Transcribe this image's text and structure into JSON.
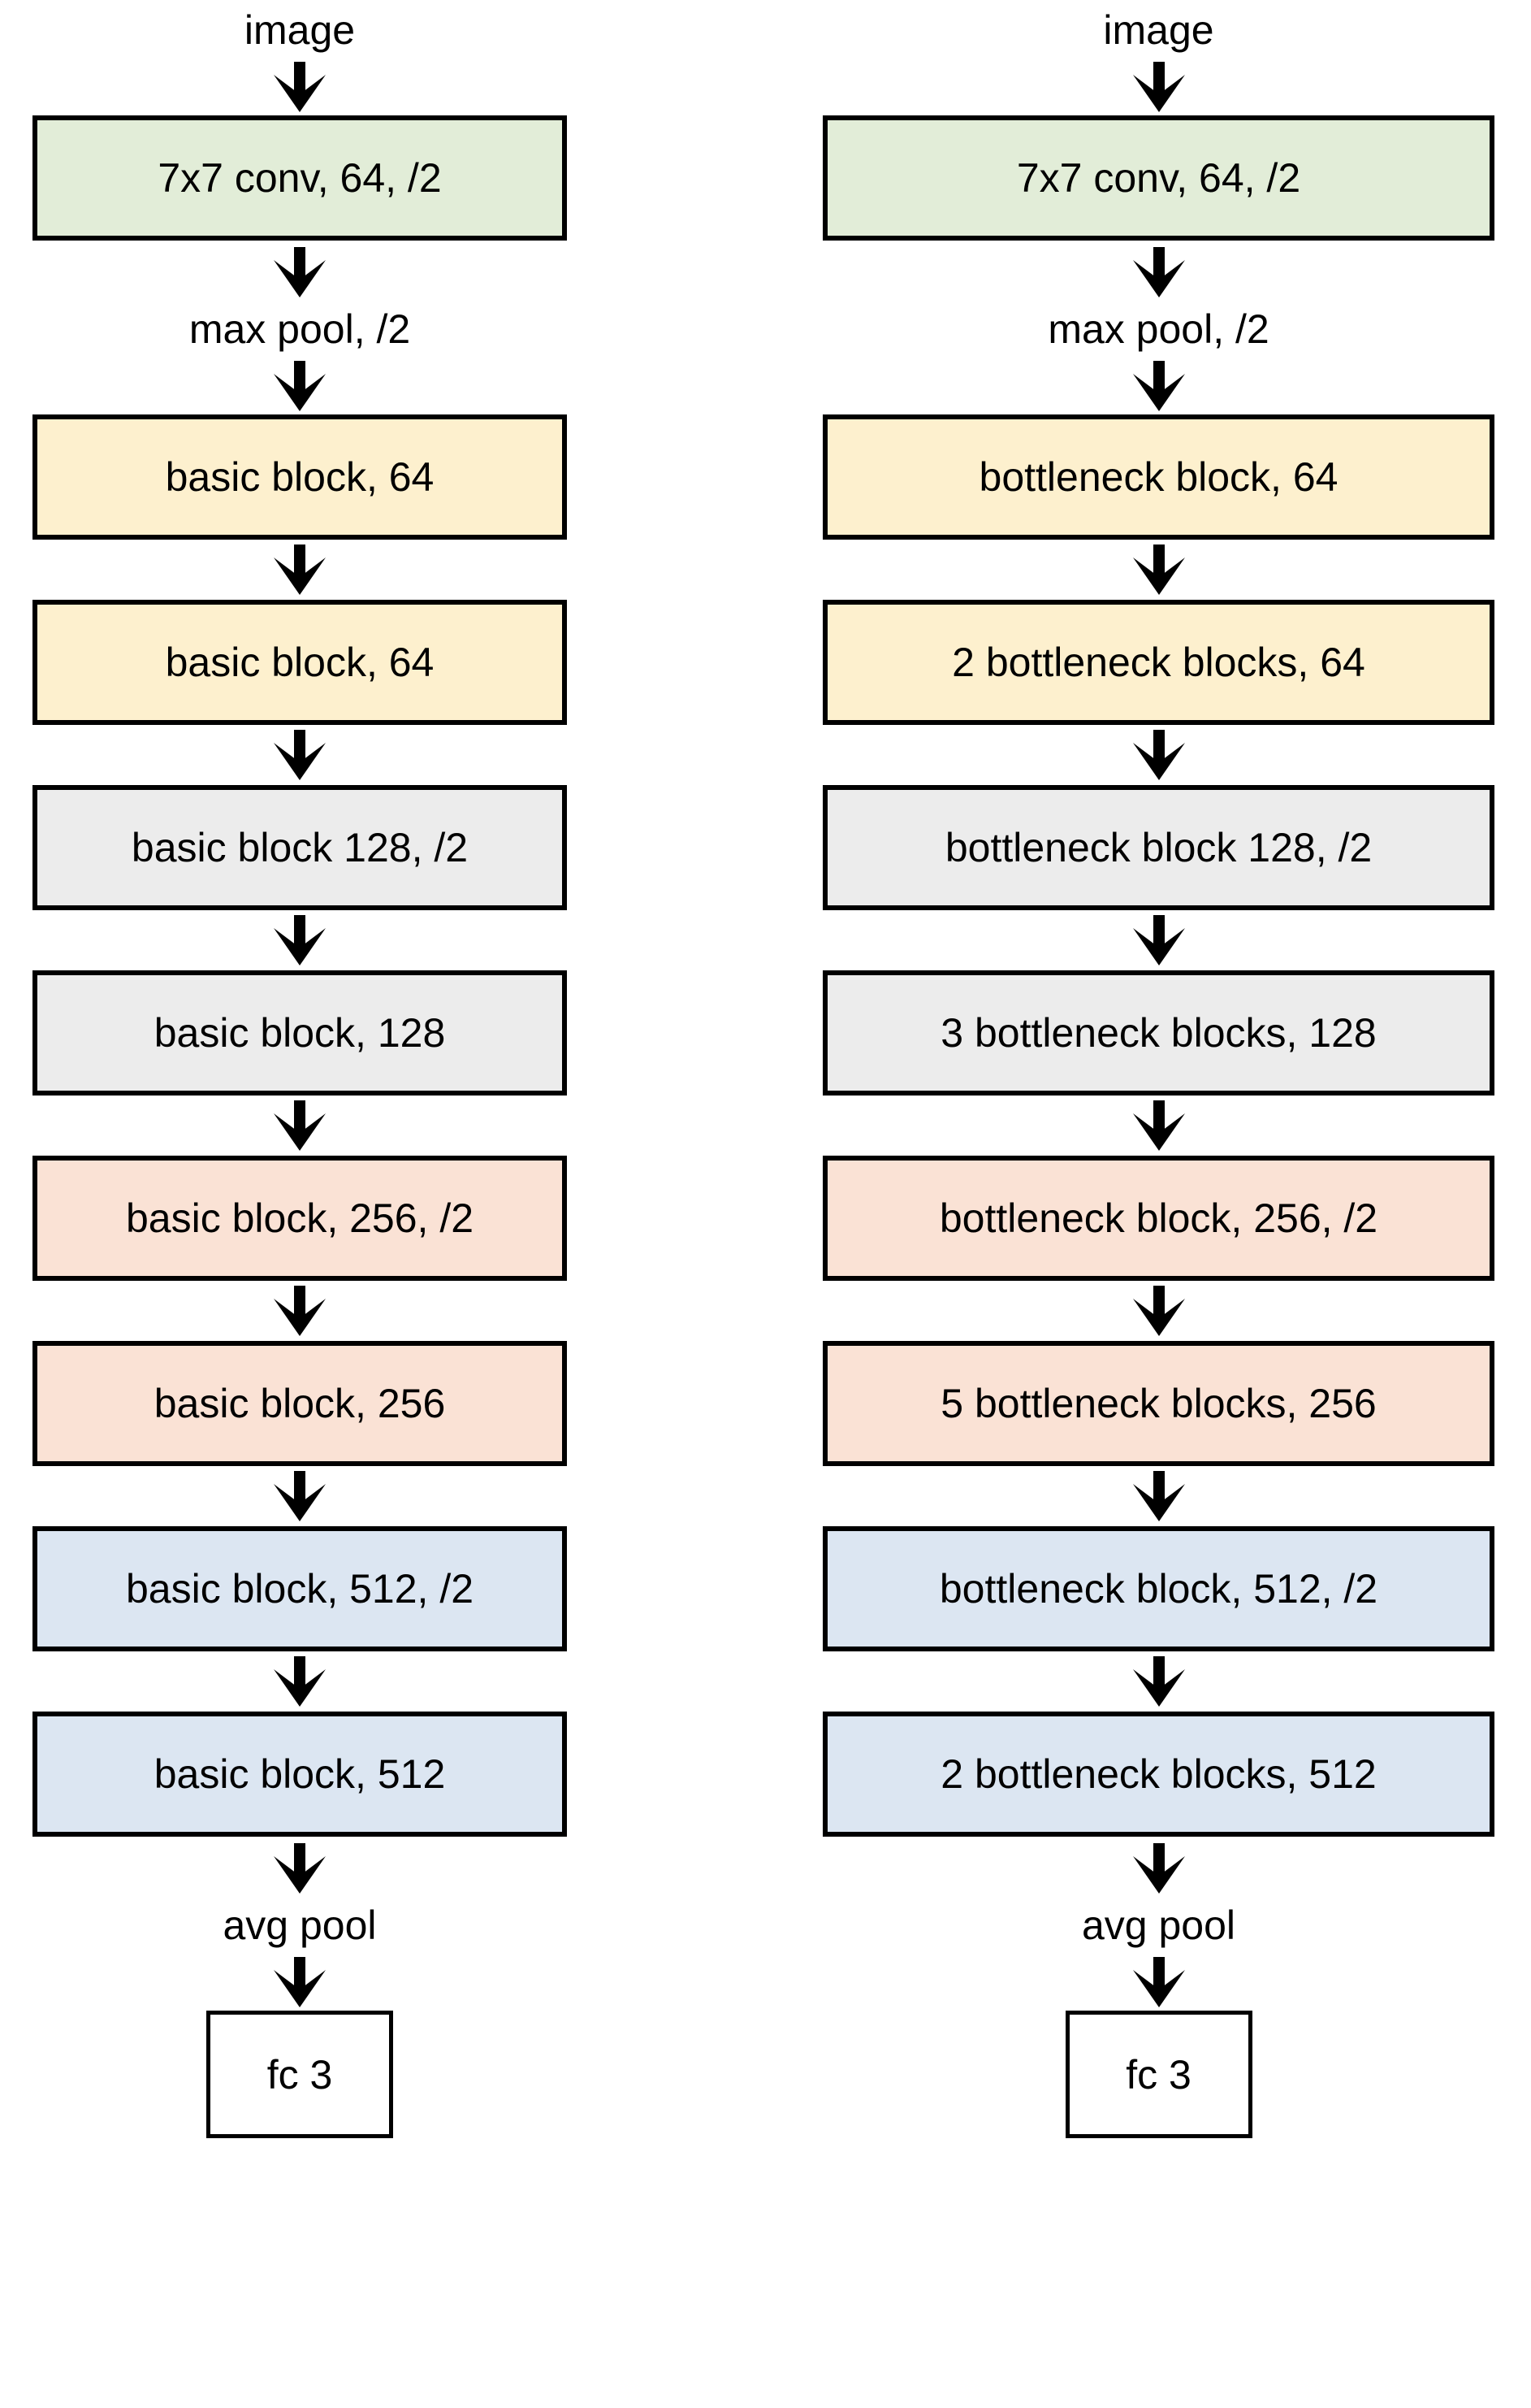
{
  "colors": {
    "stem_green": "#E2EDD8",
    "stage64_yellow": "#FDF0CE",
    "stage128_gray": "#ECECEC",
    "stage256_peach": "#FAE2D5",
    "stage512_blue": "#DCE6F2",
    "fc_white": "#FFFFFF",
    "border": "#000000",
    "background": "#FFFFFF",
    "text": "#000000"
  },
  "icons": {
    "flow_arrow": "down-arrow-icon"
  },
  "diagram": {
    "type": "flowchart",
    "orientation": "top-to-bottom",
    "columns": [
      {
        "id": "left",
        "name": "basic-block-network",
        "nodes": [
          {
            "kind": "text",
            "label": "image",
            "fill": "none"
          },
          {
            "kind": "box",
            "label": "7x7 conv, 64, /2",
            "fill": "#E2EDD8"
          },
          {
            "kind": "text",
            "label": "max pool, /2",
            "fill": "none"
          },
          {
            "kind": "box",
            "label": "basic block, 64",
            "fill": "#FDF0CE"
          },
          {
            "kind": "box",
            "label": "basic block, 64",
            "fill": "#FDF0CE"
          },
          {
            "kind": "box",
            "label": "basic block 128, /2",
            "fill": "#ECECEC"
          },
          {
            "kind": "box",
            "label": "basic block, 128",
            "fill": "#ECECEC"
          },
          {
            "kind": "box",
            "label": "basic block, 256, /2",
            "fill": "#FAE2D5"
          },
          {
            "kind": "box",
            "label": "basic block, 256",
            "fill": "#FAE2D5"
          },
          {
            "kind": "box",
            "label": "basic block, 512, /2",
            "fill": "#DCE6F2"
          },
          {
            "kind": "box",
            "label": "basic block, 512",
            "fill": "#DCE6F2"
          },
          {
            "kind": "text",
            "label": "avg pool",
            "fill": "none"
          },
          {
            "kind": "box",
            "label": "fc 3",
            "fill": "#FFFFFF",
            "size": "small"
          }
        ]
      },
      {
        "id": "right",
        "name": "bottleneck-block-network",
        "nodes": [
          {
            "kind": "text",
            "label": "image",
            "fill": "none"
          },
          {
            "kind": "box",
            "label": "7x7 conv, 64, /2",
            "fill": "#E2EDD8"
          },
          {
            "kind": "text",
            "label": "max pool, /2",
            "fill": "none"
          },
          {
            "kind": "box",
            "label": "bottleneck block, 64",
            "fill": "#FDF0CE"
          },
          {
            "kind": "box",
            "label": "2 bottleneck blocks, 64",
            "fill": "#FDF0CE"
          },
          {
            "kind": "box",
            "label": "bottleneck block 128, /2",
            "fill": "#ECECEC"
          },
          {
            "kind": "box",
            "label": "3 bottleneck blocks, 128",
            "fill": "#ECECEC"
          },
          {
            "kind": "box",
            "label": "bottleneck block, 256, /2",
            "fill": "#FAE2D5"
          },
          {
            "kind": "box",
            "label": "5 bottleneck blocks, 256",
            "fill": "#FAE2D5"
          },
          {
            "kind": "box",
            "label": "bottleneck block, 512, /2",
            "fill": "#DCE6F2"
          },
          {
            "kind": "box",
            "label": "2 bottleneck blocks, 512",
            "fill": "#DCE6F2"
          },
          {
            "kind": "text",
            "label": "avg pool",
            "fill": "none"
          },
          {
            "kind": "box",
            "label": "fc 3",
            "fill": "#FFFFFF",
            "size": "small"
          }
        ]
      }
    ]
  }
}
